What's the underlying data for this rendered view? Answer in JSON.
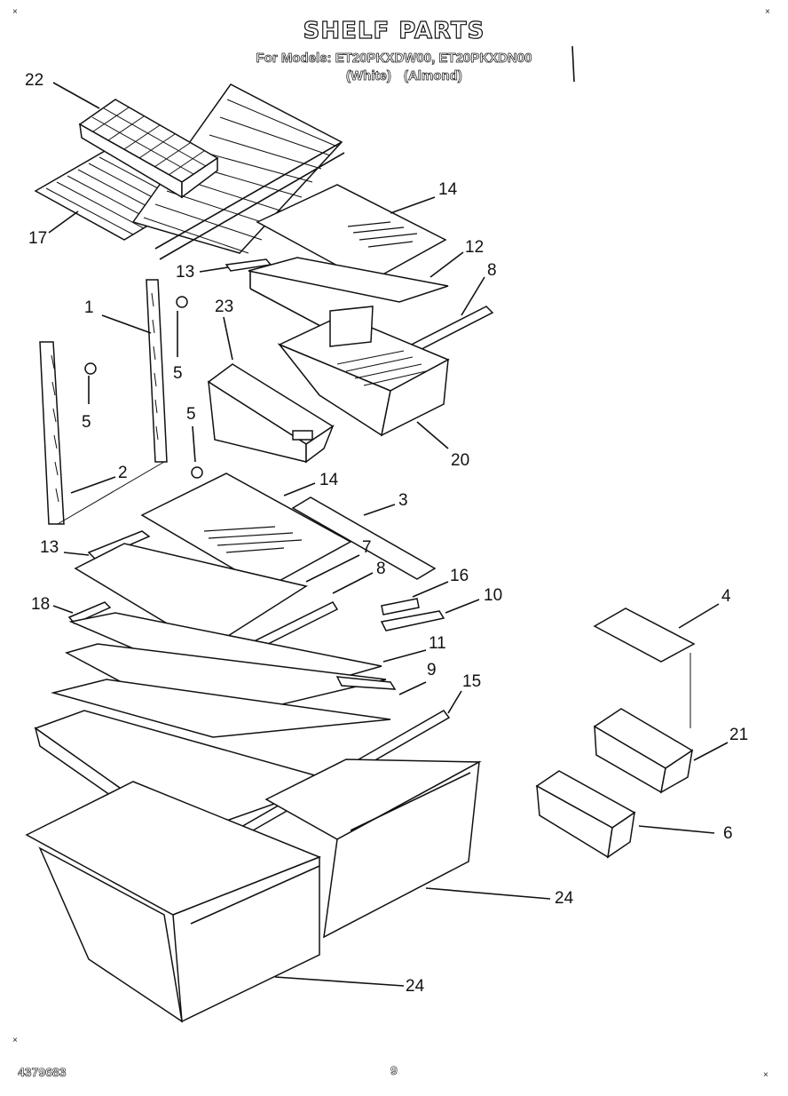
{
  "header": {
    "title": "SHELF PARTS",
    "models_line": "For Models: ET20PKXDW00, ET20PKXDN00",
    "variants_line": "(White)    (Almond)"
  },
  "footer": {
    "doc_number": "4379683",
    "page_number": "9"
  },
  "callouts": [
    "22",
    "17",
    "14",
    "12",
    "13",
    "8",
    "1",
    "23",
    "5",
    "5",
    "5",
    "20",
    "2",
    "14",
    "3",
    "13",
    "7",
    "8",
    "16",
    "10",
    "18",
    "11",
    "9",
    "15",
    "4",
    "21",
    "6",
    "24",
    "24"
  ]
}
